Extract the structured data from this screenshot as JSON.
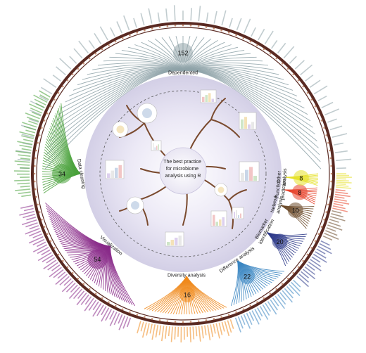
{
  "center_text": [
    "The best practice",
    "for microbiome",
    "analysis using R"
  ],
  "categories": [
    {
      "id": "dependented",
      "label": "Dependented",
      "count": "152",
      "color": "#8fa3a8",
      "label_color": "#222222"
    },
    {
      "id": "data-cleaning",
      "label": "Data cleaning",
      "count": "34",
      "color": "#4aa23c",
      "label_color": "#222222"
    },
    {
      "id": "visualization",
      "label": "Visualization",
      "count": "54",
      "color": "#8a2b8a",
      "label_color": "#222222"
    },
    {
      "id": "diversity-analysis",
      "label": "Diversity analysis",
      "count": "16",
      "color": "#f08a1c",
      "label_color": "#222222"
    },
    {
      "id": "difference-analysis",
      "label": "Difference analysis",
      "count": "22",
      "color": "#3b86c2",
      "label_color": "#222222"
    },
    {
      "id": "biomarker-identification",
      "label": [
        "Biomarker",
        "identification"
      ],
      "count": "20",
      "color": "#2e3a8a",
      "label_color": "#222222"
    },
    {
      "id": "network-analysis",
      "label": [
        "Network",
        "analysis"
      ],
      "count": "10",
      "color": "#6b4a2a",
      "label_color": "#222222"
    },
    {
      "id": "function-prediction",
      "label": [
        "Function",
        "prediction"
      ],
      "count": "8",
      "color": "#e8442c",
      "label_color": "#222222"
    },
    {
      "id": "other-analysis",
      "label": [
        "Other",
        "analysis"
      ],
      "count": "8",
      "color": "#e6e12a",
      "label_color": "#222222"
    }
  ],
  "colors": {
    "ring_dark": "#5a2a22",
    "ring_bead": "#c79277",
    "inner_glow": "#dcd8ee",
    "tree": "#7a4a2e"
  }
}
